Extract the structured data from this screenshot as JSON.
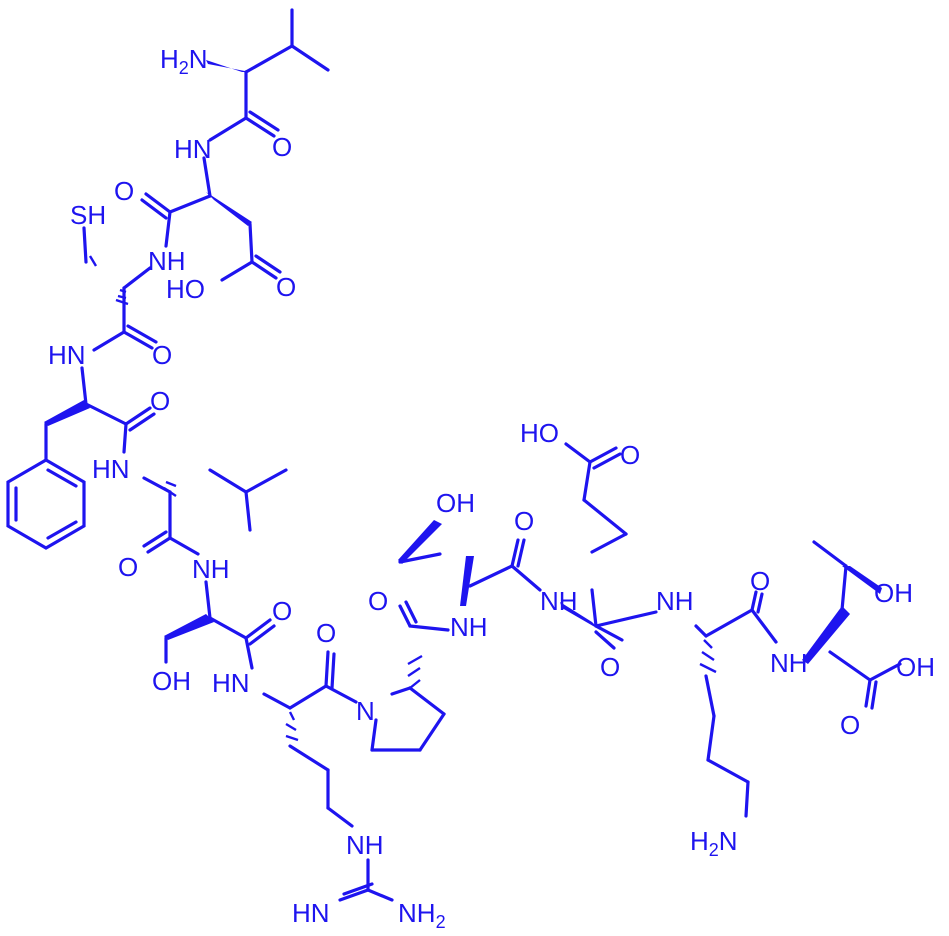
{
  "molecule": {
    "color": "#1e14ef",
    "atom_labels": {
      "val_nh2": "H2N",
      "val_amide_nh": "HN",
      "val_o": "O",
      "asp_o": "O",
      "asp_acid_o": "O",
      "asp_acid_oh": "HO",
      "cys_sh": "SH",
      "cys_nh": "NH",
      "cys_o": "O",
      "phe_nh": "HN",
      "phe_o": "O",
      "leu_nh": "HN",
      "leu_o": "O",
      "ser_nh": "NH",
      "ser_o": "O",
      "ser_oh": "OH",
      "arg_nh": "HN",
      "arg_o": "O",
      "arg_guan_nh": "NH",
      "arg_guan_imine": "HN",
      "arg_guan_nh2": "NH2",
      "pro_n": "N",
      "pro_o": "O",
      "thr1_oh": "OH",
      "thr1_nh": "NH",
      "thr1_o": "O",
      "glu_nh": "NH",
      "glu_o": "O",
      "glu_acid_oh": "HO",
      "glu_acid_o": "O",
      "lys_nh": "NH",
      "lys_o": "O",
      "lys_nh2": "H2N",
      "thr2_nh": "NH",
      "thr2_oh": "OH",
      "thr2_acid_oh": "OH",
      "thr2_acid_o": "O"
    }
  }
}
